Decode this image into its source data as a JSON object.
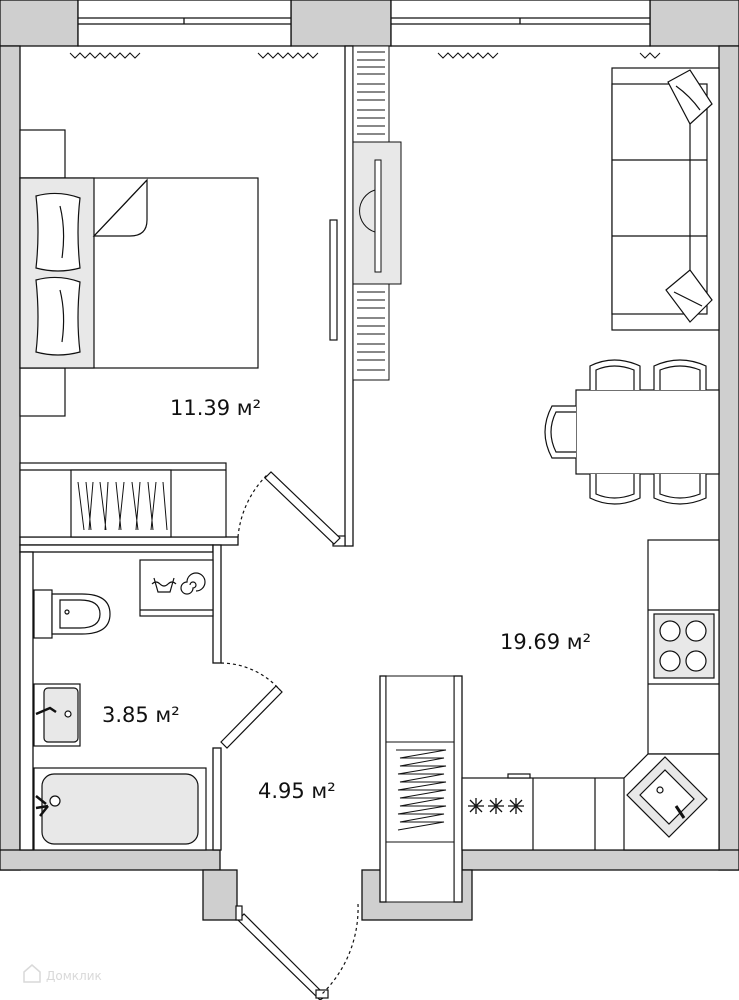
{
  "rooms": {
    "bedroom": {
      "area": "11.39 м²"
    },
    "living_kitchen": {
      "area": "19.69 м²"
    },
    "bathroom": {
      "area": "3.85 м²"
    },
    "hallway": {
      "area": "4.95 м²"
    }
  },
  "watermark": {
    "text": "Домклик"
  },
  "colors": {
    "wall": "#cfcfcf",
    "line": "#111111",
    "fixture_fill": "#e8e8e8"
  }
}
